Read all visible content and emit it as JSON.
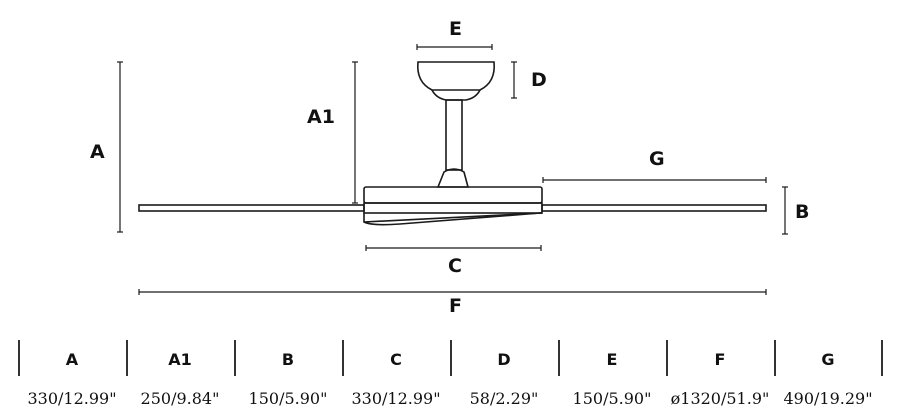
{
  "diagram": {
    "labels": {
      "a": "A",
      "a1": "A1",
      "b": "B",
      "c": "C",
      "d": "D",
      "e": "E",
      "f": "F",
      "g": "G"
    }
  },
  "table": {
    "columns": [
      {
        "header": "A",
        "value": "330/12.99\""
      },
      {
        "header": "A1",
        "value": "250/9.84\""
      },
      {
        "header": "B",
        "value": "150/5.90\""
      },
      {
        "header": "C",
        "value": "330/12.99\""
      },
      {
        "header": "D",
        "value": "58/2.29\""
      },
      {
        "header": "E",
        "value": "150/5.90\""
      },
      {
        "header": "F",
        "value": "ø1320/51.9\""
      },
      {
        "header": "G",
        "value": "490/19.29\""
      }
    ]
  }
}
